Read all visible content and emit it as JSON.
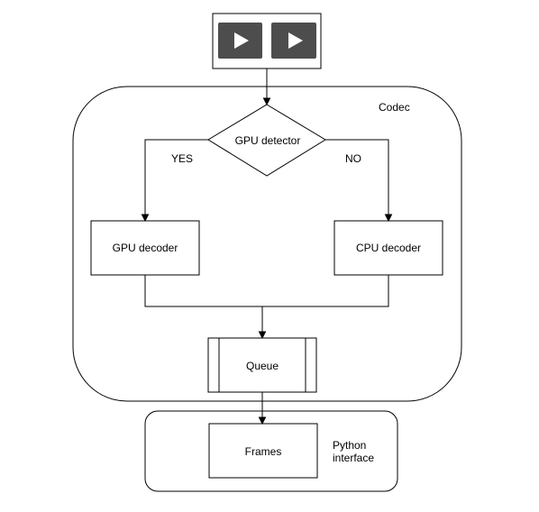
{
  "diagram": {
    "containers": {
      "codec_label": "Codec",
      "python_label_line1": "Python",
      "python_label_line2": "interface"
    },
    "nodes": {
      "gpu_detector": "GPU detector",
      "gpu_decoder": "GPU decoder",
      "cpu_decoder": "CPU decoder",
      "queue": "Queue",
      "frames": "Frames"
    },
    "edge_labels": {
      "yes": "YES",
      "no": "NO"
    },
    "video_source": {
      "icons": [
        "play-icon",
        "play-icon"
      ]
    }
  },
  "colors": {
    "stroke": "#000000",
    "icon_tile": "#4d4d4d",
    "icon_glyph": "#ffffff",
    "background": "#ffffff"
  }
}
